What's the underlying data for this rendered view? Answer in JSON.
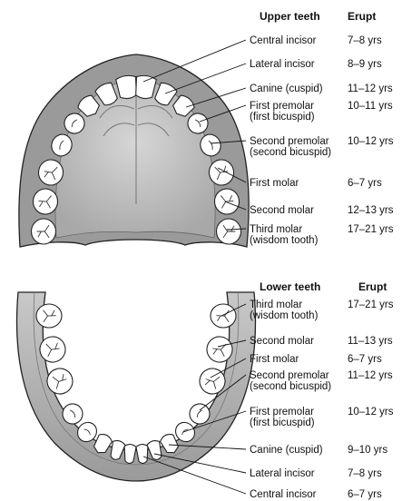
{
  "upper": {
    "header": "Upper teeth",
    "erupt_header": "Erupt",
    "teeth": [
      {
        "name": [
          "Central incisor"
        ],
        "erupt": "7–8 yrs"
      },
      {
        "name": [
          "Lateral incisor"
        ],
        "erupt": "8–9 yrs"
      },
      {
        "name": [
          "Canine (cuspid)"
        ],
        "erupt": "11–12 yrs"
      },
      {
        "name": [
          "First premolar",
          "(first bicuspid)"
        ],
        "erupt": "10–11 yrs"
      },
      {
        "name": [
          "Second premolar",
          "(second bicuspid)"
        ],
        "erupt": "10–12 yrs"
      },
      {
        "name": [
          "First molar"
        ],
        "erupt": "6–7 yrs"
      },
      {
        "name": [
          "Second molar"
        ],
        "erupt": "12–13 yrs"
      },
      {
        "name": [
          "Third molar",
          "(wisdom tooth)"
        ],
        "erupt": "17–21 yrs"
      }
    ]
  },
  "lower": {
    "header": "Lower teeth",
    "erupt_header": "Erupt",
    "teeth": [
      {
        "name": [
          "Third molar",
          "(wisdom tooth)"
        ],
        "erupt": "17–21 yrs"
      },
      {
        "name": [
          "Second molar"
        ],
        "erupt": "11–13 yrs"
      },
      {
        "name": [
          "First molar"
        ],
        "erupt": "6–7 yrs"
      },
      {
        "name": [
          "Second premolar",
          "(second bicuspid)"
        ],
        "erupt": "11–12 yrs"
      },
      {
        "name": [
          "First premolar",
          "(first bicuspid)"
        ],
        "erupt": "10–12 yrs"
      },
      {
        "name": [
          "Canine (cuspid)"
        ],
        "erupt": "9–10 yrs"
      },
      {
        "name": [
          "Lateral incisor"
        ],
        "erupt": "7–8 yrs"
      },
      {
        "name": [
          "Central incisor"
        ],
        "erupt": "6–7 yrs"
      }
    ]
  },
  "colors": {
    "gum": "#9a9a9a",
    "palate": "#c4c4c4",
    "tooth": "#ffffff",
    "outline": "#222222"
  }
}
